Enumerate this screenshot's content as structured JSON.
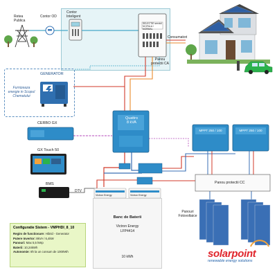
{
  "grid": {
    "label_retea": "Retea Publica",
    "label_contor_od": "Contor OD",
    "label_contor_int": "Contor Inteligent"
  },
  "panel_ca": {
    "breaker_label": "SELECTIE servicii NCIFALA / NORMAL",
    "label": "Panou protectii CA"
  },
  "house": {
    "consumers_label": "Consumatori"
  },
  "generator": {
    "title": "GENERATOR",
    "description": "Furnizeaza\nenergie in Scopul\nChematului"
  },
  "devices": {
    "cerbo": "CERBO GX",
    "touch": "GX Touch 50",
    "bms": "BMS",
    "quattro": "Quattro\n8 kVA",
    "mppt1": "MPPT 250 / 100",
    "mppt2": "MPPT 250 / 100",
    "dtv": "DTV",
    "smart_shunt": "",
    "busbar": ""
  },
  "cc_panel": {
    "label": "Panou protectii CC"
  },
  "pv": {
    "label": "Panouri\nFotovoltaice"
  },
  "battery_bank": {
    "title": "Banc de Baterii",
    "brand": "Victron Energy",
    "model": "LFP4414",
    "capacity": "10 kWh",
    "module1": "Victron Energy",
    "module2": "Victron Energy"
  },
  "config": {
    "title": "Configuratie Sistem - VMPHDI_8_10",
    "rows": [
      {
        "k": "Regim de functionare:",
        "v": " Hibrid - Generator"
      },
      {
        "k": "Putere Invertor:",
        "v": " 8kVA / 6,4kW"
      },
      {
        "k": "Panouri:",
        "v": " Max 5,5 kWp"
      },
      {
        "k": "Baterii:",
        "v": " 10,24kWh"
      },
      {
        "k": "Autonomie:",
        "v": " 8h la un consum de 1000Wh"
      }
    ]
  },
  "brand": {
    "name": "solarpoint",
    "tagline": "renewable energy solutions"
  },
  "colors": {
    "ac_red": "#d23a2a",
    "dc_orange": "#e98a2b",
    "pv_blue": "#3a6fb5",
    "victron_blue": "#2e8cc8",
    "purple": "#b347b8",
    "grid_blue": "#47a8c8",
    "brand_blue": "#1f5fa8",
    "brand_red": "#e0242b"
  }
}
